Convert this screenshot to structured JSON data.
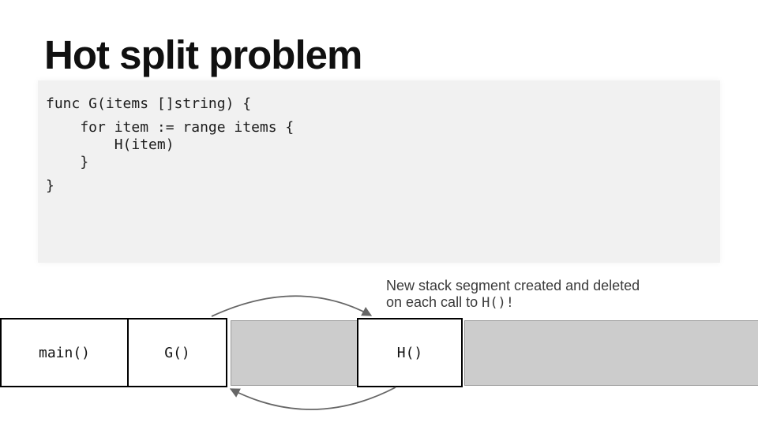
{
  "slide": {
    "title": "Hot split problem",
    "code": {
      "lines": [
        "func G(items []string) {",
        "    for item := range items {",
        "        H(item)",
        "    }",
        "}"
      ]
    },
    "annotation": {
      "line1": "New stack segment created and deleted",
      "line2_prefix": "on each call to ",
      "line2_code": "H()!"
    },
    "stack": {
      "segments": [
        {
          "label": "main()",
          "type": "stack-frame"
        },
        {
          "label": "G()",
          "type": "stack-frame"
        },
        {
          "label": "",
          "type": "new-stack-segment"
        },
        {
          "label": "H()",
          "type": "stack-frame"
        },
        {
          "label": "",
          "type": "new-stack-segment"
        }
      ]
    },
    "colors": {
      "code_background": "#f1f1f1",
      "segment_gray": "#cccccc",
      "segment_border": "#999999",
      "frame_border": "#000000",
      "arrow": "#666666",
      "title_text": "#101010",
      "annotation_text": "#3a3a3a"
    }
  }
}
